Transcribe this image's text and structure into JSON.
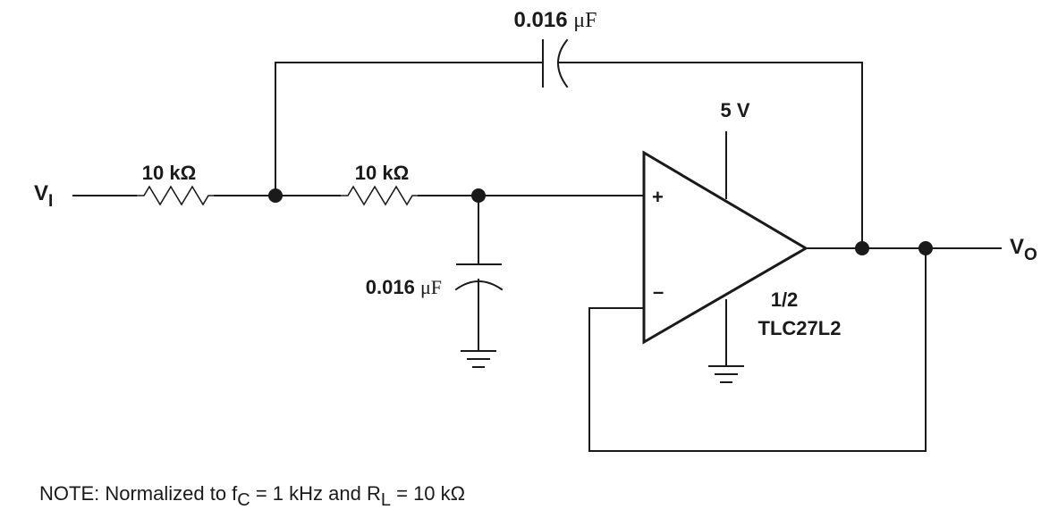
{
  "components": {
    "feedback_capacitor": {
      "value": "0.016",
      "unit": "μF"
    },
    "shunt_capacitor": {
      "value": "0.016",
      "unit": "μF"
    },
    "resistor_1": {
      "value": "10",
      "unit": "kΩ"
    },
    "resistor_2": {
      "value": "10",
      "unit": "kΩ"
    },
    "supply": {
      "label": "5 V"
    },
    "opamp": {
      "fraction": "1/2",
      "part": "TLC27L2",
      "plus_sign": "+",
      "minus_sign": "–"
    }
  },
  "ports": {
    "input": {
      "letter": "V",
      "subscript": "I"
    },
    "output": {
      "letter": "V",
      "subscript": "O"
    }
  },
  "note": {
    "prefix": "NOTE: Normalized to f",
    "fc_sub": "C",
    "mid": " = 1 kHz and R",
    "rl_sub": "L",
    "suffix": " = 10 kΩ"
  }
}
